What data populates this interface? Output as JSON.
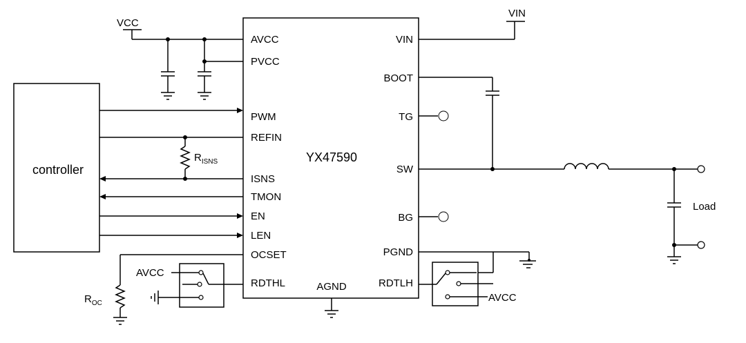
{
  "chip": {
    "name": "YX47590",
    "left_pins": [
      "AVCC",
      "PVCC",
      "PWM",
      "REFIN",
      "ISNS",
      "TMON",
      "EN",
      "LEN",
      "OCSET",
      "RDTHL"
    ],
    "right_pins": [
      "VIN",
      "BOOT",
      "TG",
      "SW",
      "BG",
      "PGND",
      "RDTLH"
    ],
    "bottom_pin": "AGND"
  },
  "controller": {
    "label": "controller"
  },
  "rails": {
    "vcc": "VCC",
    "vin": "VIN",
    "avcc_left": "AVCC",
    "avcc_right": "AVCC"
  },
  "resistors": {
    "isns": {
      "main": "R",
      "sub": "ISNS"
    },
    "oc": {
      "main": "R",
      "sub": "OC"
    }
  },
  "load": {
    "label": "Load"
  }
}
